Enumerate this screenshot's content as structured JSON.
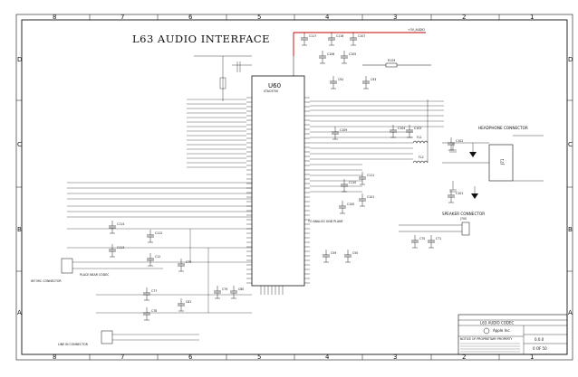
{
  "sheet": {
    "title": "L63 AUDIO INTERFACE",
    "columns": [
      "8",
      "7",
      "6",
      "5",
      "4",
      "3",
      "2",
      "1"
    ],
    "rows": [
      "D",
      "C",
      "B",
      "A"
    ]
  },
  "chip": {
    "refdes": "U60",
    "part": "STAC9750"
  },
  "connectors": {
    "headphone": "HEADPHONE CONNECTOR",
    "speaker": "SPEAKER CONNECTOR",
    "speaker_ref": "J700",
    "headphone_ref": "J71"
  },
  "components": {
    "caps_top": [
      "C117",
      "C116",
      "C107",
      "C106",
      "C105"
    ],
    "r_top": "R129",
    "caps_right": [
      "C104",
      "C103",
      "C102",
      "C101"
    ],
    "caps_mid": [
      "C109",
      "C110",
      "C111",
      "C101",
      "C100"
    ],
    "inductors": [
      "FL1",
      "FL2"
    ],
    "caps_bottom_left": [
      "C114",
      "C113",
      "C112",
      "C12"
    ],
    "caps_bottom": [
      "C77",
      "C78",
      "C79"
    ],
    "caps_br": [
      "C70",
      "C71"
    ],
    "caps_cr": [
      "C59",
      "C50"
    ]
  },
  "notes": {
    "mic": "INT MIC CONNECTOR",
    "line_in": "LINE IN CONNECTOR",
    "near_codec": "PLACE NEAR CODEC",
    "analog_gnd": "TO ANALOG GND PLANE"
  },
  "title_block": {
    "company": "Apple Inc.",
    "drawing_title": "L63 AUDIO CODEC",
    "rev": "0.0.0",
    "sheet_no": "0 OF 50",
    "page": "0 OF 50",
    "notice": "NOTICE OF PROPRIETARY PROPERTY"
  },
  "colors": {
    "line": "#111111",
    "red": "#c00000"
  }
}
